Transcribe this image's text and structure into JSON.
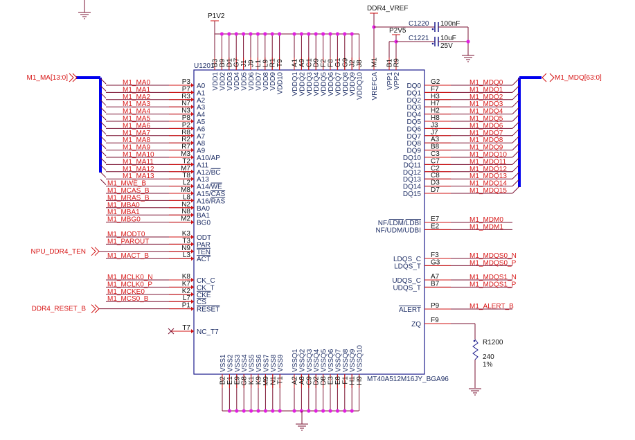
{
  "component": {
    "ref": "U1201",
    "part": "MT40A512M16JY_BGA96"
  },
  "power": {
    "p1v2": "P1V2",
    "vref": "DDR4_VREF",
    "p2v5": "P2V5"
  },
  "top_vdd": [
    {
      "pin": "B3",
      "name": "VDD1"
    },
    {
      "pin": "B9",
      "name": "VDD2"
    },
    {
      "pin": "D1",
      "name": "VDD3"
    },
    {
      "pin": "G7",
      "name": "VDD4"
    },
    {
      "pin": "J1",
      "name": "VDD5"
    },
    {
      "pin": "J9",
      "name": "VDD6"
    },
    {
      "pin": "L1",
      "name": "VDD7"
    },
    {
      "pin": "L9",
      "name": "VDD8"
    },
    {
      "pin": "R1",
      "name": "VDD9"
    },
    {
      "pin": "T9",
      "name": "VDD10"
    }
  ],
  "top_vddq": [
    {
      "pin": "A1",
      "name": "VDDQ1"
    },
    {
      "pin": "A9",
      "name": "VDDQ2"
    },
    {
      "pin": "C1",
      "name": "VDDQ3"
    },
    {
      "pin": "D9",
      "name": "VDDQ4"
    },
    {
      "pin": "F2",
      "name": "VDDQ5"
    },
    {
      "pin": "F8",
      "name": "VDDQ6"
    },
    {
      "pin": "G1",
      "name": "VDDQ7"
    },
    {
      "pin": "G9",
      "name": "VDDQ8"
    },
    {
      "pin": "J2",
      "name": "VDDQ9"
    },
    {
      "pin": "J8",
      "name": "VDDQ10"
    }
  ],
  "top_other": [
    {
      "pin": "M1",
      "name": "VREFCA"
    },
    {
      "pin": "B1",
      "name": "VPP1"
    },
    {
      "pin": "R9",
      "name": "VPP2"
    }
  ],
  "bottom_vss": [
    {
      "pin": "B2",
      "name": "VSS1"
    },
    {
      "pin": "E1",
      "name": "VSS2"
    },
    {
      "pin": "E9",
      "name": "VSS3"
    },
    {
      "pin": "G8",
      "name": "VSS4"
    },
    {
      "pin": "K1",
      "name": "VSS5"
    },
    {
      "pin": "K9",
      "name": "VSS6"
    },
    {
      "pin": "M9",
      "name": "VSS7"
    },
    {
      "pin": "N1",
      "name": "VSS8"
    },
    {
      "pin": "T1",
      "name": "VSS9"
    }
  ],
  "bottom_vssq": [
    {
      "pin": "A2",
      "name": "VSSQ1"
    },
    {
      "pin": "A8",
      "name": "VSSQ2"
    },
    {
      "pin": "C9",
      "name": "VSSQ3"
    },
    {
      "pin": "D2",
      "name": "VSSQ4"
    },
    {
      "pin": "D8",
      "name": "VSSQ5"
    },
    {
      "pin": "E3",
      "name": "VSSQ6"
    },
    {
      "pin": "E8",
      "name": "VSSQ7"
    },
    {
      "pin": "F1",
      "name": "VSSQ8"
    },
    {
      "pin": "H1",
      "name": "VSSQ9"
    },
    {
      "pin": "H9",
      "name": "VSSQ10"
    }
  ],
  "left_pins": [
    {
      "pin": "P3",
      "name": "A0",
      "net": "M1_MA0"
    },
    {
      "pin": "P7",
      "name": "A1",
      "net": "M1_MA1"
    },
    {
      "pin": "R3",
      "name": "A2",
      "net": "M1_MA2"
    },
    {
      "pin": "N7",
      "name": "A3",
      "net": "M1_MA3"
    },
    {
      "pin": "N3",
      "name": "A4",
      "net": "M1_MA4"
    },
    {
      "pin": "P8",
      "name": "A5",
      "net": "M1_MA5"
    },
    {
      "pin": "P2",
      "name": "A6",
      "net": "M1_MA6"
    },
    {
      "pin": "R8",
      "name": "A7",
      "net": "M1_MA7"
    },
    {
      "pin": "R2",
      "name": "A8",
      "net": "M1_MA8"
    },
    {
      "pin": "R7",
      "name": "A9",
      "net": "M1_MA9"
    },
    {
      "pin": "M3",
      "name": "A10/AP",
      "net": "M1_MA10"
    },
    {
      "pin": "T2",
      "name": "A11",
      "net": "M1_MA11"
    },
    {
      "pin": "M7",
      "name": "A12/",
      "over": "BC",
      "net": "M1_MA12"
    },
    {
      "pin": "T8",
      "name": "A13",
      "net": "M1_MA13"
    },
    {
      "pin": "L2",
      "name": "A14/",
      "over": "WE",
      "net": "M1_MWE_B"
    },
    {
      "pin": "M8",
      "name": "A15/",
      "over": "CAS",
      "net": "M1_MCAS_B"
    },
    {
      "pin": "L8",
      "name": "A16/",
      "over": "RAS",
      "net": "M1_MRAS_B"
    },
    {
      "pin": "N2",
      "name": "BA0",
      "net": "M1_MBA0"
    },
    {
      "pin": "N8",
      "name": "BA1",
      "net": "M1_MBA1"
    },
    {
      "pin": "M2",
      "name": "BG0",
      "net": "M1_MBG0"
    },
    {
      "pin": "K3",
      "name": "ODT",
      "net": "M1_MODT0"
    },
    {
      "pin": "T3",
      "name": "PAR",
      "net": "M1_PAROUT"
    },
    {
      "pin": "N9",
      "name": "",
      "over": "TEN",
      "port": "NPU_DDR4_TEN"
    },
    {
      "pin": "L3",
      "name": "",
      "over": "ACT",
      "net": "M1_MACT_B"
    },
    {
      "pin": "K8",
      "name": "CK_C",
      "net": "M1_MCLK0_N"
    },
    {
      "pin": "K7",
      "name": "CK_T",
      "net": "M1_MCLK0_P"
    },
    {
      "pin": "K2",
      "name": "",
      "over": "CKE",
      "net": "M1_MCKE0"
    },
    {
      "pin": "L7",
      "name": "",
      "over": "CS",
      "net": "M1_MCS0_B"
    },
    {
      "pin": "P1",
      "name": "",
      "over": "RESET",
      "port": "DDR4_RESET_B"
    },
    {
      "pin": "T7",
      "name": "NC_T7",
      "nc": true
    }
  ],
  "right_pins": [
    {
      "pin": "G2",
      "name": "DQ0",
      "net": "M1_MDQ0"
    },
    {
      "pin": "F7",
      "name": "DQ1",
      "net": "M1_MDQ1"
    },
    {
      "pin": "H3",
      "name": "DQ2",
      "net": "M1_MDQ2"
    },
    {
      "pin": "H7",
      "name": "DQ3",
      "net": "M1_MDQ3"
    },
    {
      "pin": "H2",
      "name": "DQ4",
      "net": "M1_MDQ4"
    },
    {
      "pin": "H8",
      "name": "DQ5",
      "net": "M1_MDQ5"
    },
    {
      "pin": "J3",
      "name": "DQ6",
      "net": "M1_MDQ6"
    },
    {
      "pin": "J7",
      "name": "DQ7",
      "net": "M1_MDQ7"
    },
    {
      "pin": "A3",
      "name": "DQ8",
      "net": "M1_MDQ8"
    },
    {
      "pin": "B8",
      "name": "DQ9",
      "net": "M1_MDQ9"
    },
    {
      "pin": "C3",
      "name": "DQ10",
      "net": "M1_MDQ10"
    },
    {
      "pin": "C7",
      "name": "DQ11",
      "net": "M1_MDQ11"
    },
    {
      "pin": "C2",
      "name": "DQ12",
      "net": "M1_MDQ12"
    },
    {
      "pin": "C8",
      "name": "DQ13",
      "net": "M1_MDQ13"
    },
    {
      "pin": "D3",
      "name": "DQ14",
      "net": "M1_MDQ14"
    },
    {
      "pin": "D7",
      "name": "DQ15",
      "net": "M1_MDQ15"
    },
    {
      "pin": "E7",
      "name": "NF/",
      "over": "LDM",
      "mid": "/",
      "over2": "LDBI",
      "net": "M1_MDM0"
    },
    {
      "pin": "E2",
      "name": "NF/UDM/UDBI",
      "net": "M1_MDM1"
    },
    {
      "pin": "F3",
      "name": "LDQS_C",
      "net": "M1_MDQS0_N"
    },
    {
      "pin": "G3",
      "name": "LDQS_T",
      "net": "M1_MDQS0_P"
    },
    {
      "pin": "A7",
      "name": "UDQS_C",
      "net": "M1_MDQS1_N"
    },
    {
      "pin": "B7",
      "name": "UDQS_T",
      "net": "M1_MDQS1_P"
    },
    {
      "pin": "P9",
      "name": "",
      "over": "ALERT",
      "net": "M1_ALERT_B"
    },
    {
      "pin": "F9",
      "name": "ZQ"
    }
  ],
  "buses": {
    "left": "M1_MA[13:0]",
    "right": "M1_MDQ[63:0]"
  },
  "capacitors": [
    {
      "ref": "C1220",
      "value": "100nF",
      "rating": ""
    },
    {
      "ref": "C1221",
      "value": "10uF",
      "rating": "25V"
    }
  ],
  "resistor": {
    "ref": "R1200",
    "value": "240",
    "tolerance": "1%"
  },
  "colors": {
    "wire": "#7a1030",
    "pin": "#d01010",
    "net": "#d81818",
    "box": "#1a1a8c",
    "bus": "#0000ee",
    "junction": "#e020e0"
  }
}
